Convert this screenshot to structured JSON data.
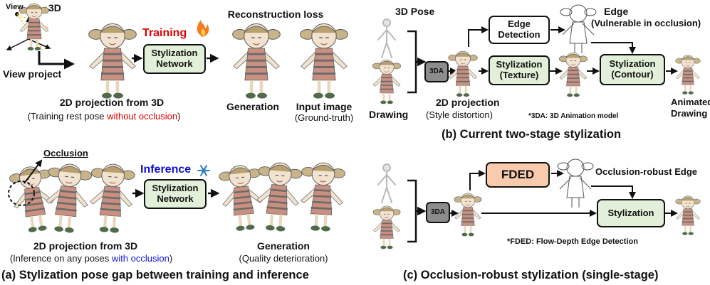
{
  "panel_a": {
    "top": {
      "label_3d": "3D",
      "label_view": "View",
      "view_project": "View project",
      "training_label": "Training",
      "reconstruction_loss": "Reconstruction loss",
      "stylization_network": "Stylization Network",
      "projection_title": "2D projection from 3D",
      "projection_sub_prefix": "(Training rest pose ",
      "projection_sub_highlight": "without occlusion",
      "projection_sub_suffix": ")",
      "generation": "Generation",
      "input_image": "Input image",
      "ground_truth": "(Ground-truth)"
    },
    "bottom": {
      "occlusion": "Occlusion",
      "inference_label": "Inference",
      "stylization_network": "Stylization Network",
      "projection_title": "2D projection from 3D",
      "projection_sub_prefix": "(Inference on any poses ",
      "projection_sub_highlight": "with occlusion",
      "projection_sub_suffix": ")",
      "generation": "Generation",
      "quality": "(Quality deterioration)"
    },
    "caption": "(a) Stylization pose gap between training and inference"
  },
  "panel_b": {
    "pose_3d": "3D Pose",
    "drawing": "Drawing",
    "box_3da": "3DA",
    "edge_detection": "Edge Detection",
    "edge": "Edge",
    "edge_sub": "(Vulnerable in occlusion)",
    "stylization_texture": "Stylization (Texture)",
    "stylization_contour": "Stylization (Contour)",
    "projection": "2D projection",
    "style_distortion": "(Style distortion)",
    "note_3da": "*3DA: 3D Animation model",
    "animated_drawing": "Animated Drawing",
    "caption": "(b) Current two-stage stylization"
  },
  "panel_c": {
    "box_fded": "FDED",
    "box_3da": "3DA",
    "edge_label": "Occlusion-robust Edge",
    "stylization": "Stylization",
    "note_fded": "*FDED: Flow-Depth Edge Detection",
    "caption": "(c) Occlusion-robust stylization (single-stage)"
  },
  "colors": {
    "green_box": "#e2f0d9",
    "orange_box": "#f8cbad",
    "gray_box": "#8c8c8c",
    "training_red": "#e00000",
    "inference_blue": "#1010d0"
  },
  "icons": {
    "training": "fire-icon",
    "inference": "snowflake-icon"
  }
}
